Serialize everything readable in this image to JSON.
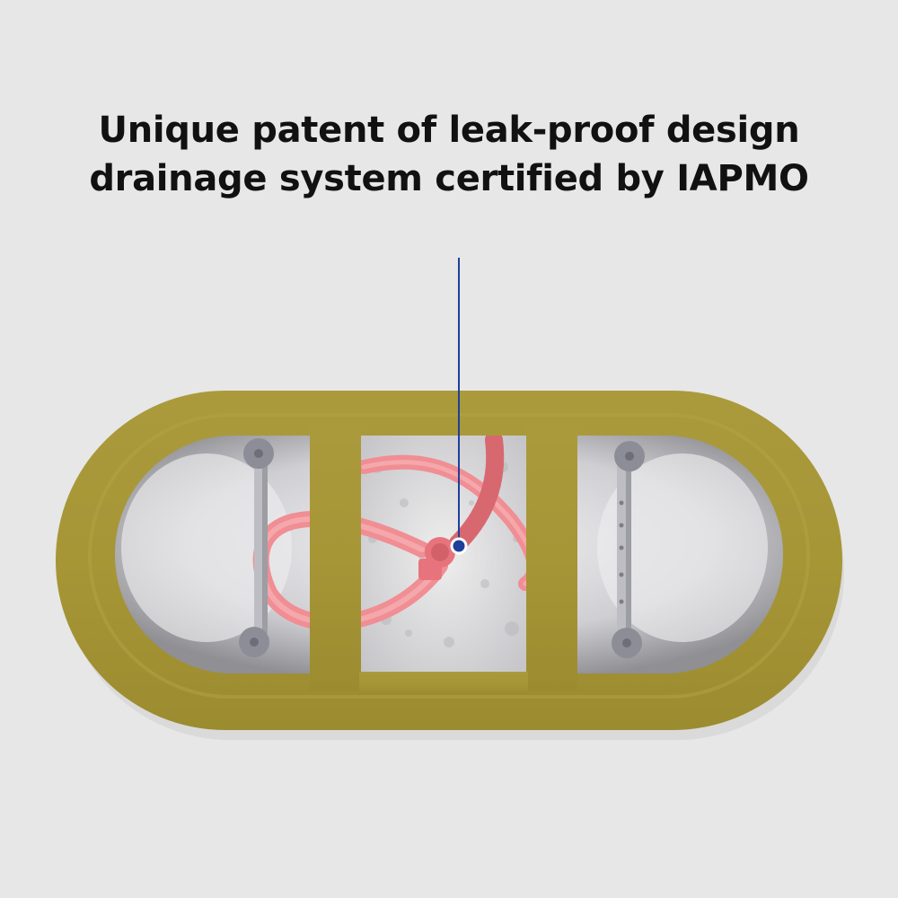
{
  "headline": {
    "line1": "Unique patent of leak-proof design",
    "line2": "drainage system certified by IAPMO"
  },
  "colors": {
    "background": "#e7e7e7",
    "tub_shell": "#a8983a",
    "hose": "#f08e94",
    "callout_line": "#1f3f9a"
  },
  "icons": {
    "bathtub": "bathtub-underside-illustration",
    "drain": "drain-valve-icon",
    "callout": "callout-dot-icon"
  }
}
